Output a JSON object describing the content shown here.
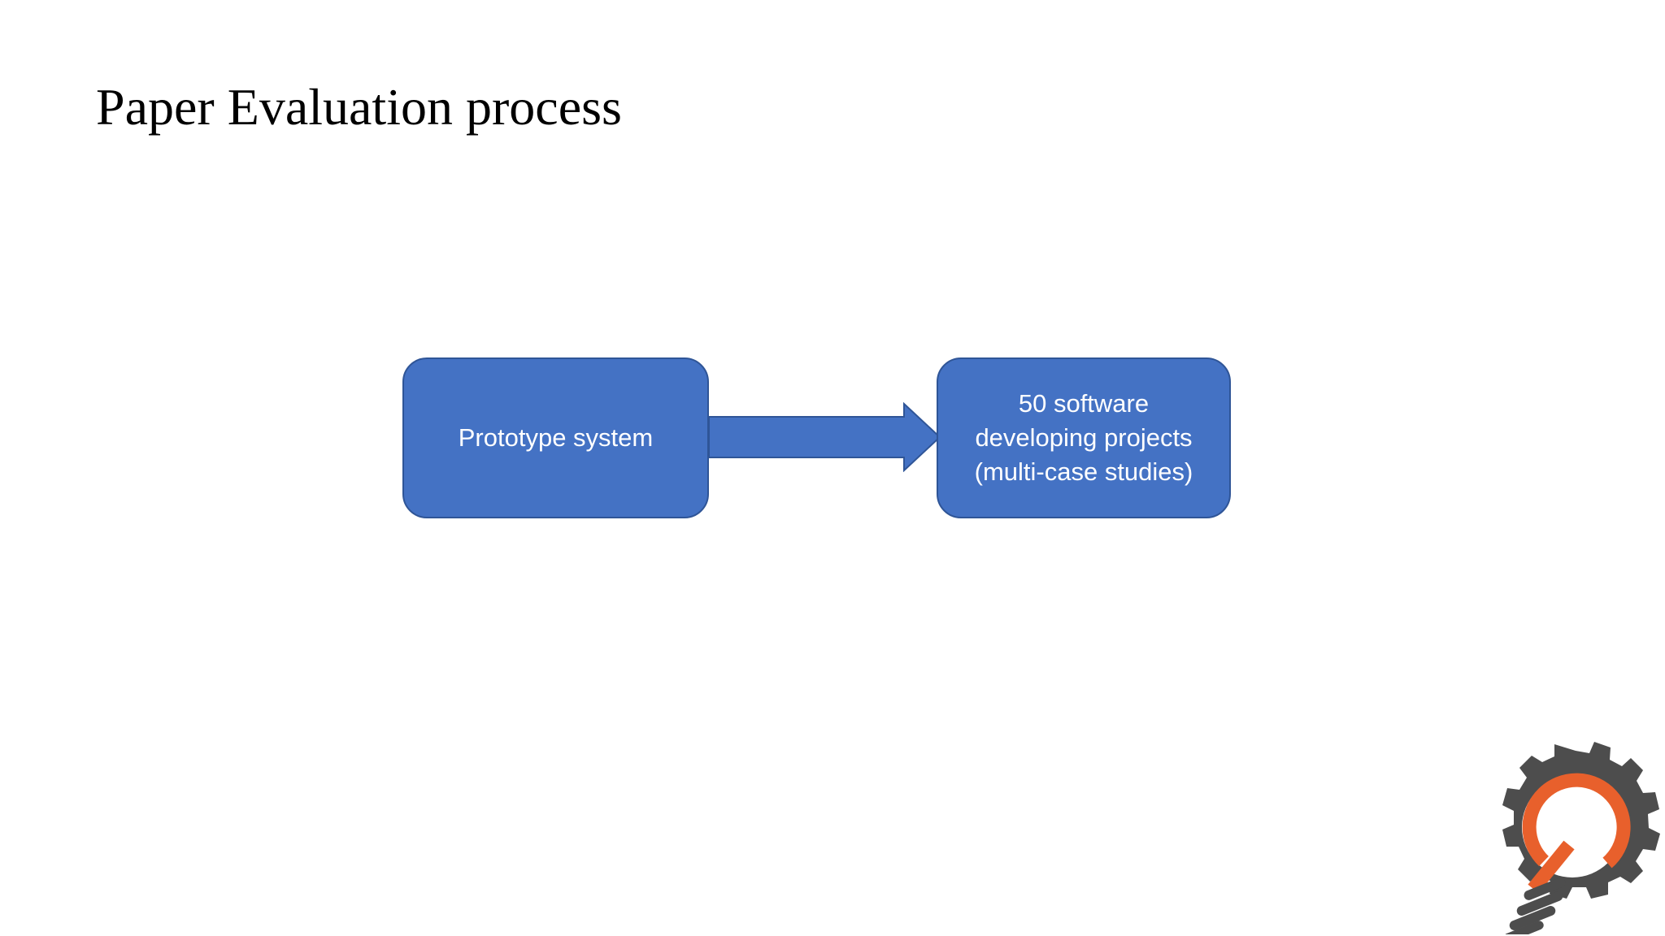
{
  "slide": {
    "title": "Paper Evaluation process",
    "background_color": "#FFFFFF",
    "title_color": "#000000"
  },
  "diagram": {
    "type": "flowchart",
    "accent_color": "#4472C4",
    "accent_border_color": "#2F5597",
    "node_text_color": "#FFFFFF",
    "nodes": [
      {
        "id": "prototype",
        "label": "Prototype system",
        "lines": [
          "Prototype system"
        ]
      },
      {
        "id": "projects",
        "label": "50 software developing projects (multi-case studies)",
        "lines": [
          "50 software",
          "developing projects",
          "(multi-case studies)"
        ]
      }
    ],
    "connector": {
      "name": "block-arrow-right",
      "from": "prototype",
      "to": "projects",
      "direction": "right",
      "fill_color": "#4472C4",
      "stroke_color": "#2F5597"
    }
  },
  "logo": {
    "name": "gear-lightbulb-logo",
    "gear_color": "#4D4D4D",
    "accent_color": "#E8602C",
    "base_color": "#4D4D4D"
  }
}
